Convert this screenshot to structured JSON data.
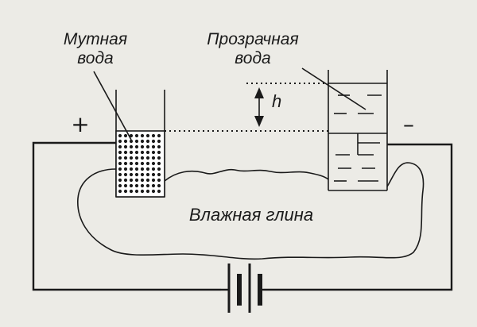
{
  "labels": {
    "cloudy_water": [
      "Мутная",
      "вода"
    ],
    "clear_water": [
      "Прозрачная",
      "вода"
    ],
    "height": "h",
    "wet_clay": "Влажная глина",
    "plus": "+",
    "minus": "–"
  },
  "colors": {
    "ink": "#1a1a1a",
    "background": "#ecebe6"
  }
}
